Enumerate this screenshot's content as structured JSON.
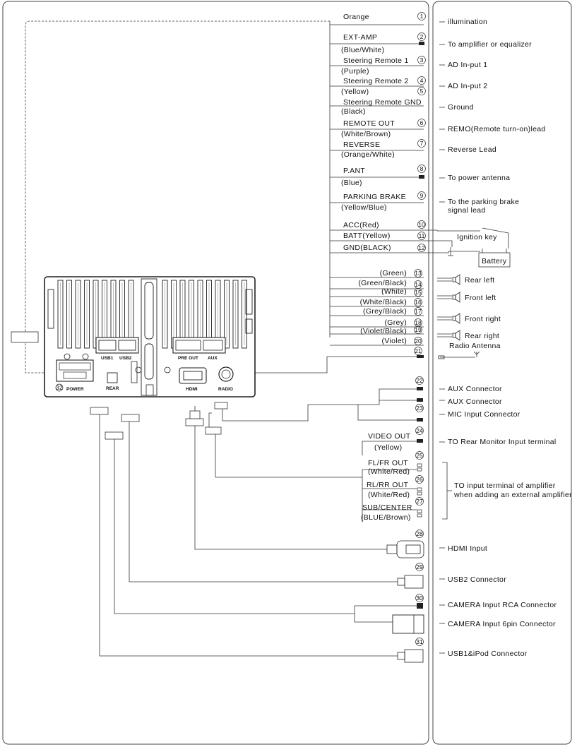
{
  "wires": [
    {
      "n": "1",
      "name": "Orange",
      "color": "",
      "desc": [
        "illumination"
      ],
      "conn": "plain"
    },
    {
      "n": "2",
      "name": "EXT-AMP",
      "color": "(Blue/White)",
      "desc": [
        "To amplifier or equalizer"
      ],
      "conn": "plug"
    },
    {
      "n": "3",
      "name": "Steering Remote 1",
      "color": "(Purple)",
      "desc": [
        "AD In-put 1"
      ],
      "conn": "plain"
    },
    {
      "n": "4",
      "name": "Steering Remote 2",
      "color": "(Yellow)",
      "desc": [
        "AD In-put 2"
      ],
      "conn": "plain"
    },
    {
      "n": "5",
      "name": "Steering Remote GND",
      "color": "(Black)",
      "desc": [
        "Ground"
      ],
      "conn": "plain"
    },
    {
      "n": "6",
      "name": "REMOTE OUT",
      "color": "(White/Brown)",
      "desc": [
        "REMO(Remote turn-on)lead"
      ],
      "conn": "plain"
    },
    {
      "n": "7",
      "name": "REVERSE",
      "color": "(Orange/White)",
      "desc": [
        "Reverse Lead"
      ],
      "conn": "plain"
    },
    {
      "n": "8",
      "name": "P.ANT",
      "color": "(Blue)",
      "desc": [
        "To power antenna"
      ],
      "conn": "plug"
    },
    {
      "n": "9",
      "name": "PARKING BRAKE",
      "color": "(Yellow/Blue)",
      "desc": [
        "To the parking brake",
        "signal lead"
      ],
      "conn": "plain"
    },
    {
      "n": "10",
      "name": "ACC(Red)",
      "color": "",
      "desc": [],
      "conn": "plain"
    },
    {
      "n": "11",
      "name": "BATT(Yellow)",
      "color": "",
      "desc": [],
      "conn": "plain"
    },
    {
      "n": "12",
      "name": "GND(BLACK)",
      "color": "",
      "desc": [],
      "conn": "plain"
    }
  ],
  "power_labels": {
    "ignition": "Ignition key",
    "battery": "Battery"
  },
  "speakers": {
    "pins": [
      "13",
      "14",
      "15",
      "16",
      "17",
      "18",
      "19",
      "20"
    ],
    "colors": [
      "(Green)",
      "(Green/Black)",
      "(White)",
      "(White/Black)",
      "(Grey/Black)",
      "(Grey)",
      "(Violet/Black)",
      "(Violet)"
    ],
    "labels": [
      "Rear left",
      "Front left",
      "Front right",
      "Rear right"
    ]
  },
  "antenna": {
    "n": "21",
    "label": "Radio Antenna"
  },
  "aux": {
    "n1": "22",
    "n2": "23",
    "labels": [
      "AUX Connector",
      "AUX  Connector",
      "MIC Input Connector"
    ]
  },
  "video": {
    "n": "24",
    "name": "VIDEO OUT",
    "color": "(Yellow)",
    "desc": "TO Rear Monitor Input terminal"
  },
  "preout": {
    "pins": [
      "25",
      "26",
      "27"
    ],
    "names": [
      "FL/FR OUT",
      "RL/RR OUT",
      "SUB/CENTER"
    ],
    "colors": [
      "(White/Red)",
      "(White/Red)",
      "(BLUE/Brown)"
    ],
    "desc": [
      "TO input terminal of amplifier",
      "when adding an external amplifier"
    ]
  },
  "hdmi": {
    "n": "28",
    "desc": "HDMI  Input"
  },
  "usb2": {
    "n": "29",
    "desc": "USB2 Connector"
  },
  "camera": {
    "n": "30",
    "desc": [
      "CAMERA Input RCA Connector",
      "CAMERA Input 6pin Connector"
    ]
  },
  "usb1": {
    "n": "31",
    "desc": "USB1&iPod Connector"
  },
  "unit": {
    "usb1": "USB1",
    "usb2": "USB2",
    "rear": "REAR",
    "pre_out": "PRE  OUT",
    "aux": "AUX",
    "hdmi": "HDMI",
    "radio": "RADIO",
    "power": "POWER",
    "power_pin": "32"
  }
}
